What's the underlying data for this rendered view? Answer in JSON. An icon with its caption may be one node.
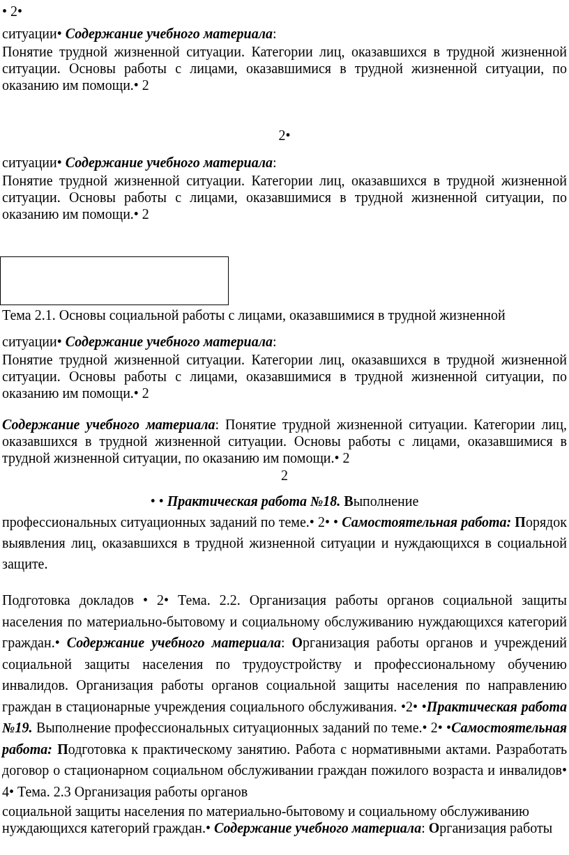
{
  "diagram": {
    "nodes": [
      {
        "text": [],
        "shape": "box"
      }
    ],
    "labels": [
      "• 2•",
      "ситуации• *Содержание учебного материала*:",
      "Понятие трудной жизненной ситуации. Категории лиц, оказавшихся в трудной жизненной ситуации. Основы работы с лицами, оказавшимися в трудной жизненной ситуации, по оказанию им помощи.• 2",
      "2•",
      "ситуации• *Содержание учебного материала*:",
      "Понятие трудной жизненной ситуации. Категории лиц, оказавшихся в трудной жизненной ситуации. Основы работы с лицами, оказавшимися в трудной жизненной ситуации, по оказанию им помощи.• 2",
      "Тема 2.1. Основы социальной работы с лицами, оказавшимися в трудной жизненной",
      "ситуации• *Содержание учебного материала*:",
      "Понятие трудной жизненной ситуации. Категории лиц, оказавшихся в трудной жизненной ситуации. Основы работы с лицами, оказавшимися в трудной жизненной ситуации, по оказанию им помощи.• 2",
      "*Содержание учебного материала*: Понятие трудной жизненной ситуации. Категории лиц, оказавшихся в трудной жизненной ситуации. Основы работы с лицами, оказавшимися в трудной жизненной ситуации, по оказанию им помощи.• 2",
      "2",
      "• • *Практическая работа №18.* **В**ыполнение",
      "профессиональных ситуационных заданий по теме.• 2• • *Самостоятельная работа:* **П**орядок выявления лиц, оказавшихся в трудной жизненной ситуации и нуждающихся в социальной защите.",
      "Подготовка докладов • 2• Тема. 2.2. Организация работы органов социальной защиты населения по материально-бытовому и социальному обслуживанию нуждающихся категорий граждан.• *Содержание учебного материала*: **О**рганизация работы органов и учреждений социальной защиты населения по трудоустройству и профессиональному обучению инвалидов. Организация работы органов социальной защиты населения по направлению граждан в стационарные учреждения социального обслуживания. •2• •*Практическая работа №19.* Выполнение профессиональных ситуационных заданий по теме.• 2• •*Самостоятельная работа:* **П**одготовка к практическому занятию. Работа с нормативными актами. Разработать договор о стационарном социальном обслуживании граждан пожилого возраста и инвалидов• 4• Тема. 2.3 Организация работы органов",
      "социальной защиты населения по материально-бытовому и социальному обслуживанию нуждающихся категорий граждан.• *Содержание учебного материала*: **О**рганизация работы"
    ]
  }
}
